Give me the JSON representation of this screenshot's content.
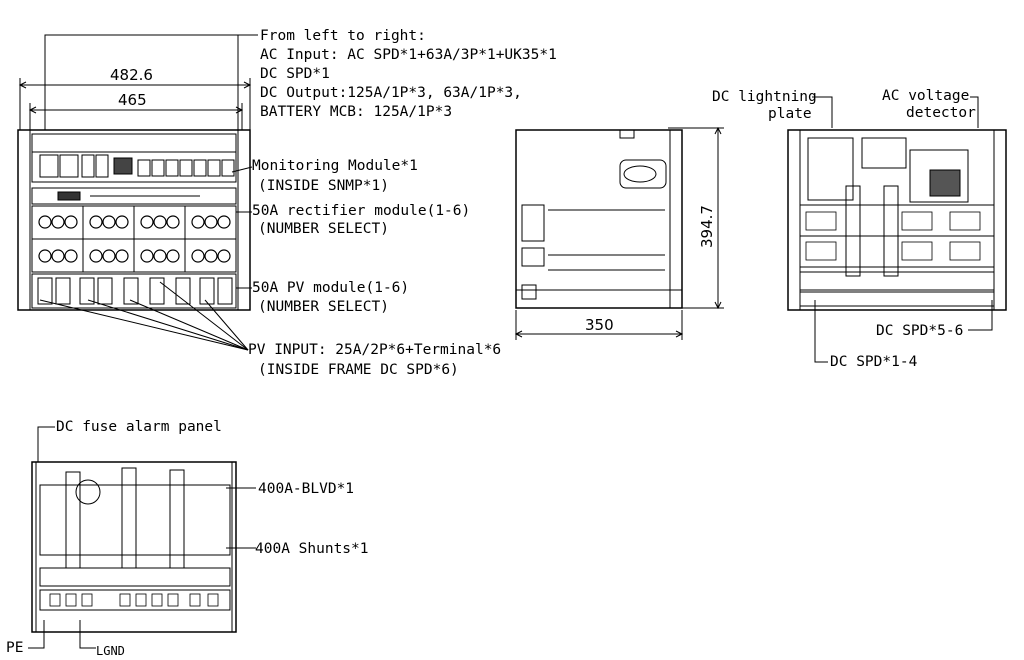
{
  "front_view": {
    "spec_lines": [
      "From left to right:",
      "AC Input: AC SPD*1+63A/3P*1+UK35*1",
      "DC SPD*1",
      "DC Output:125A/1P*3, 63A/1P*3,",
      "BATTERY MCB: 125A/1P*3"
    ],
    "dim_overall_width": "482.6",
    "dim_inner_width": "465",
    "monitoring_label": "Monitoring Module*1",
    "monitoring_sub": "(INSIDE SNMP*1)",
    "rectifier_label": "50A rectifier module(1-6)",
    "rectifier_sub": "(NUMBER SELECT)",
    "pv_label": "50A PV module(1-6)",
    "pv_sub": "(NUMBER SELECT)",
    "pv_input_label": "PV INPUT: 25A/2P*6+Terminal*6",
    "pv_input_sub": "(INSIDE FRAME DC SPD*6)"
  },
  "side_view": {
    "dim_depth": "350",
    "dim_height": "394.7"
  },
  "rear_view": {
    "dc_lightning_label": "DC lightning",
    "dc_lightning_label2": "plate",
    "ac_voltage_label": "AC voltage",
    "ac_voltage_label2": "detector",
    "dc_spd_5_6": "DC SPD*5-6",
    "dc_spd_1_4": "DC SPD*1-4"
  },
  "top_view": {
    "dc_fuse_label": "DC fuse alarm panel",
    "blvd_label": "400A-BLVD*1",
    "shunts_label": "400A Shunts*1",
    "pe_label": "PE",
    "lgnd_label": "LGND"
  }
}
